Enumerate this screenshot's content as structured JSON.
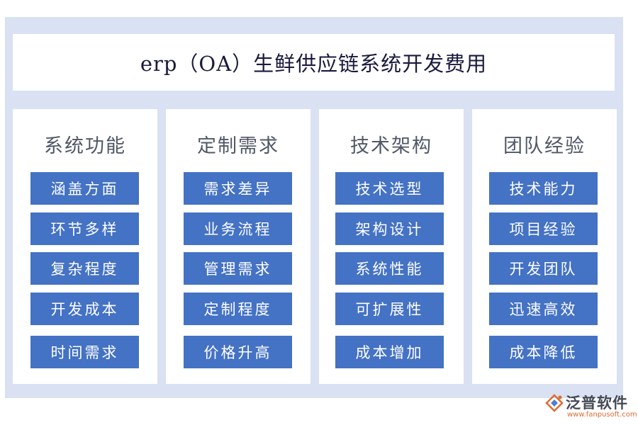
{
  "title": "erp（OA）生鲜供应链系统开发费用",
  "columns": [
    {
      "heading": "系统功能",
      "items": [
        "涵盖方面",
        "环节多样",
        "复杂程度",
        "开发成本",
        "时间需求"
      ]
    },
    {
      "heading": "定制需求",
      "items": [
        "需求差异",
        "业务流程",
        "管理需求",
        "定制程度",
        "价格升高"
      ]
    },
    {
      "heading": "技术架构",
      "items": [
        "技术选型",
        "架构设计",
        "系统性能",
        "可扩展性",
        "成本增加"
      ]
    },
    {
      "heading": "团队经验",
      "items": [
        "技术能力",
        "项目经验",
        "开发团队",
        "迅速高效",
        "成本降低"
      ]
    }
  ],
  "watermark": {
    "name": "泛普软件",
    "url": "www.fanpusoft.com",
    "icon": "fanpu-logo-icon"
  },
  "colors": {
    "frame": "#d9e1f2",
    "item_fill": "#4472c4",
    "item_text": "#ffffff",
    "heading_text": "#505766",
    "title_text": "#1a1a3e",
    "logo_accent": "#e06b2f"
  }
}
